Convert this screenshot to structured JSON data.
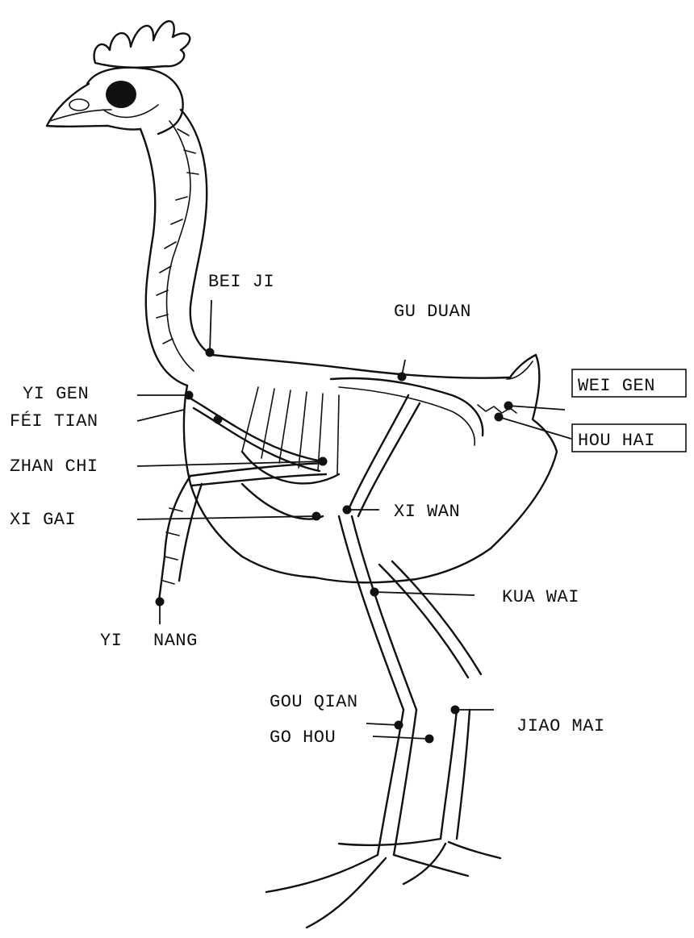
{
  "labels": {
    "bei_ji": "BEI JI",
    "gu_duan": "GU DUAN",
    "wei_gen": "WEI GEN",
    "hou_hai": "HOU HAI",
    "yi_gen": "YI GEN",
    "fei_tian": "FÉI TIAN",
    "zhan_chi": "ZHAN CHI",
    "xi_gai": "XI GAI",
    "xi_wan": "XI WAN",
    "kua_wai": "KUA WAI",
    "yi": "YI",
    "nang": "NANG",
    "gou_qian": "GOU QIAN",
    "go_hou": "GO HOU",
    "jiao_mai": "JIAO MAI"
  }
}
